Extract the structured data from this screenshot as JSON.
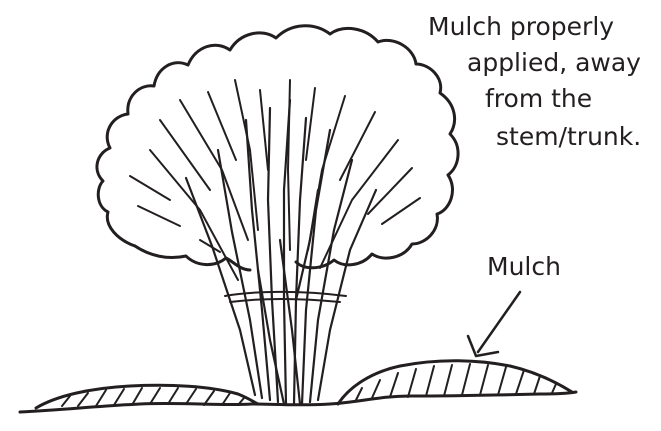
{
  "caption": {
    "lines": [
      "Mulch properly",
      "applied, away",
      "from the",
      "stem/trunk."
    ]
  },
  "mulch_label": "Mulch",
  "colors": {
    "ink": "#231f20",
    "background": "#ffffff"
  },
  "icons": {
    "arrow": "arrow-down-left-icon"
  }
}
